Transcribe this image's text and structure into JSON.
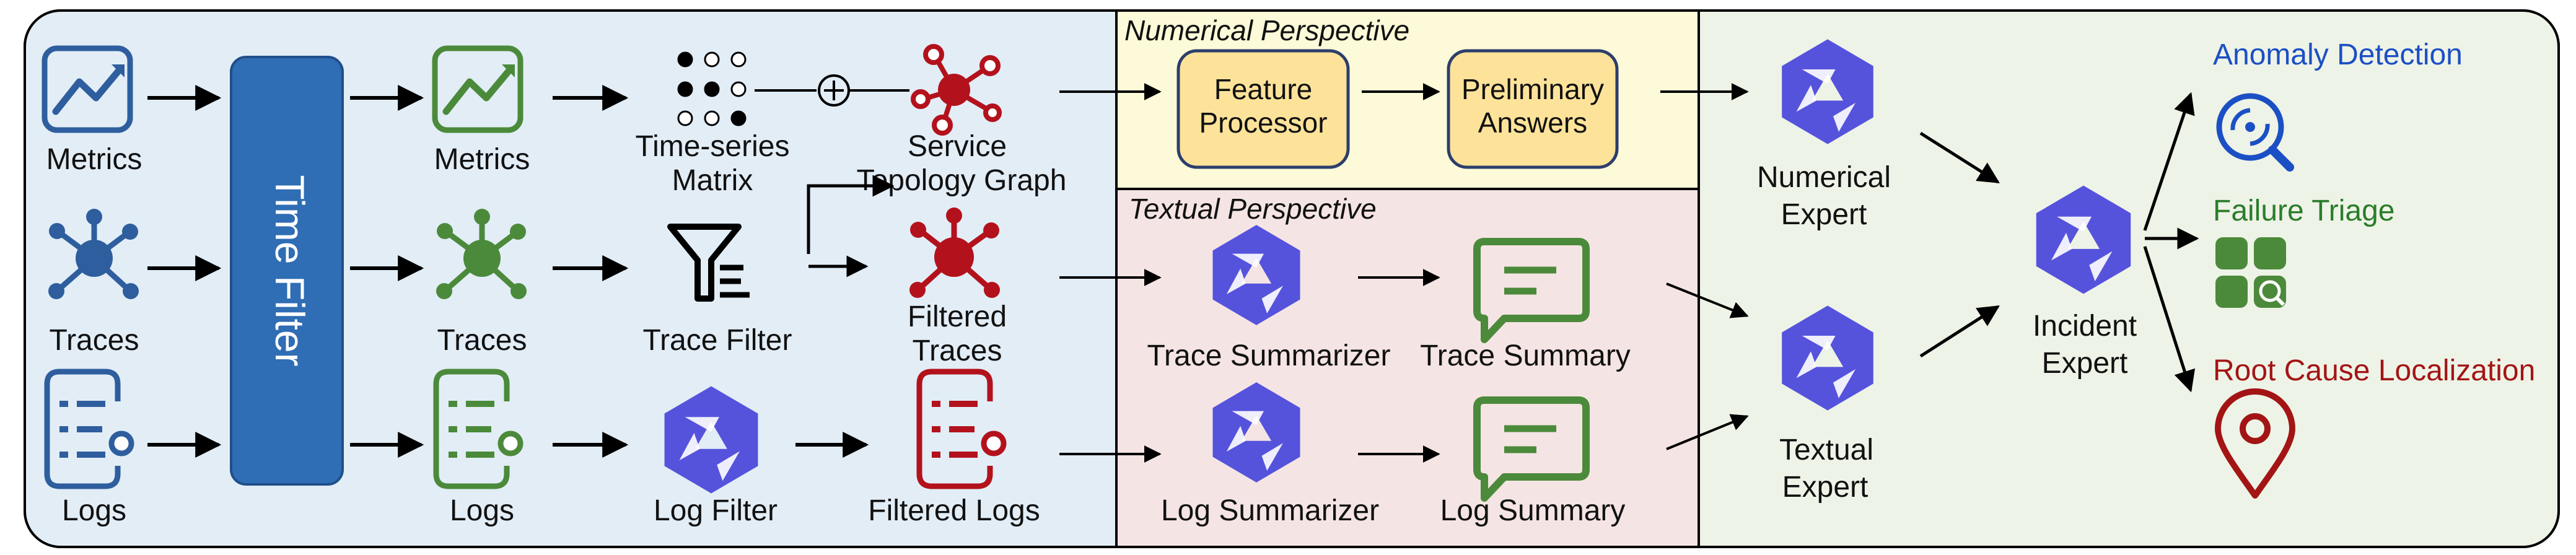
{
  "colors": {
    "blue": "#2e5e9e",
    "green": "#4b8a3a",
    "red": "#b3121c",
    "filter_box": "#2f6db4",
    "purple": "#5553dc",
    "numerical_bg": "#fcfad8",
    "textual_bg": "#f5e4e4",
    "left_bg": "#e2edf6",
    "right_bg": "#eef3e7",
    "detection_text": "#1b4fc4",
    "triage_text": "#2a7d2a",
    "rootcause_text": "#a31515"
  },
  "icons": {
    "metrics": "line-chart-icon",
    "traces": "network-node-icon",
    "logs": "log-list-icon",
    "matrix": "dot-matrix-icon",
    "topology": "topology-graph-icon",
    "trace_filter": "funnel-icon",
    "llm": "llm-model-icon",
    "summary": "speech-bubble-icon",
    "detection": "magnifier-icon",
    "triage": "grid-search-icon",
    "rootcause": "map-pin-icon"
  },
  "preprocessing": {
    "time_filter": "Time Filter",
    "metrics_in": "Metrics",
    "traces_in": "Traces",
    "logs_in": "Logs",
    "metrics_out": "Metrics",
    "traces_out": "Traces",
    "logs_out": "Logs",
    "matrix_line1": "Time-series",
    "matrix_line2": "Matrix",
    "topology_line1": "Service",
    "topology_line2": "Topology Graph",
    "trace_filter": "Trace Filter",
    "filtered_traces_line1": "Filtered",
    "filtered_traces_line2": "Traces",
    "log_filter": "Log Filter",
    "filtered_logs": "Filtered Logs"
  },
  "numerical": {
    "title": "Numerical Perspective",
    "feature_line1": "Feature",
    "feature_line2": "Processor",
    "prelim_line1": "Preliminary",
    "prelim_line2": "Answers"
  },
  "textual": {
    "title": "Textual Perspective",
    "trace_summarizer": "Trace Summarizer",
    "trace_summary": "Trace Summary",
    "log_summarizer": "Log Summarizer",
    "log_summary": "Log Summary"
  },
  "experts": {
    "numerical_line1": "Numerical",
    "numerical_line2": "Expert",
    "textual_line1": "Textual",
    "textual_line2": "Expert",
    "incident_line1": "Incident",
    "incident_line2": "Expert"
  },
  "outputs": {
    "anomaly_detection": "Anomaly Detection",
    "failure_triage": "Failure Triage",
    "root_cause": "Root Cause Localization"
  }
}
